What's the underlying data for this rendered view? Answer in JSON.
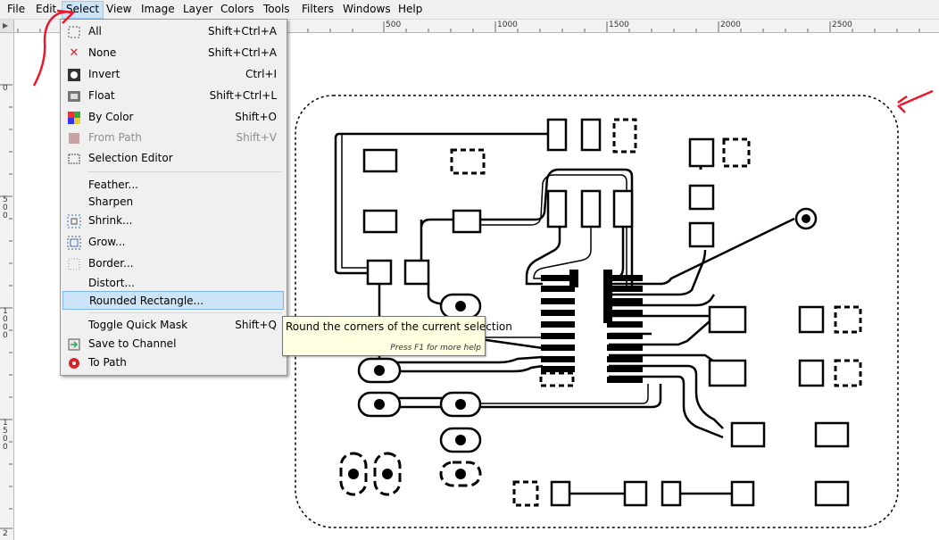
{
  "menubar": {
    "file": "File",
    "edit": "Edit",
    "select": "Select",
    "view": "View",
    "image": "Image",
    "layer": "Layer",
    "colors": "Colors",
    "tools": "Tools",
    "filters": "Filters",
    "windows": "Windows",
    "help": "Help"
  },
  "rulers": {
    "corner_icon": "triangle-right-icon",
    "top": [
      "500",
      "1000",
      "1500",
      "2000",
      "2500"
    ],
    "left": [
      "0",
      "500",
      "1000",
      "1500",
      "2"
    ]
  },
  "select_menu": {
    "items": [
      {
        "label": "All",
        "shortcut": "Shift+Ctrl+A",
        "icon": "select-all-icon"
      },
      {
        "label": "None",
        "shortcut": "Shift+Ctrl+A",
        "icon": "select-none-icon"
      },
      {
        "label": "Invert",
        "shortcut": "Ctrl+I",
        "icon": "invert-icon"
      },
      {
        "label": "Float",
        "shortcut": "Shift+Ctrl+L",
        "icon": "float-icon"
      },
      {
        "label": "By Color",
        "shortcut": "Shift+O",
        "icon": "by-color-icon"
      },
      {
        "label": "From Path",
        "shortcut": "Shift+V",
        "icon": "from-path-icon"
      },
      {
        "label": "Selection Editor",
        "shortcut": "",
        "icon": "selection-editor-icon"
      },
      {
        "label": "Feather...",
        "shortcut": ""
      },
      {
        "label": "Sharpen",
        "shortcut": ""
      },
      {
        "label": "Shrink...",
        "shortcut": "",
        "icon": "shrink-icon"
      },
      {
        "label": "Grow...",
        "shortcut": "",
        "icon": "grow-icon"
      },
      {
        "label": "Border...",
        "shortcut": "",
        "icon": "border-icon"
      },
      {
        "label": "Distort...",
        "shortcut": ""
      },
      {
        "label": "Rounded Rectangle...",
        "shortcut": ""
      },
      {
        "label": "Toggle Quick Mask",
        "shortcut": "Shift+Q"
      },
      {
        "label": "Save to Channel",
        "shortcut": "",
        "icon": "save-channel-icon"
      },
      {
        "label": "To Path",
        "shortcut": "",
        "icon": "to-path-icon"
      }
    ]
  },
  "tooltip": {
    "text": "Round the corners of the current selection",
    "help": "Press F1 for more help"
  },
  "colors": {
    "annotation_red": "#e8192c",
    "highlight": "#cce4f7",
    "tooltip_bg": "#ffffe1"
  }
}
